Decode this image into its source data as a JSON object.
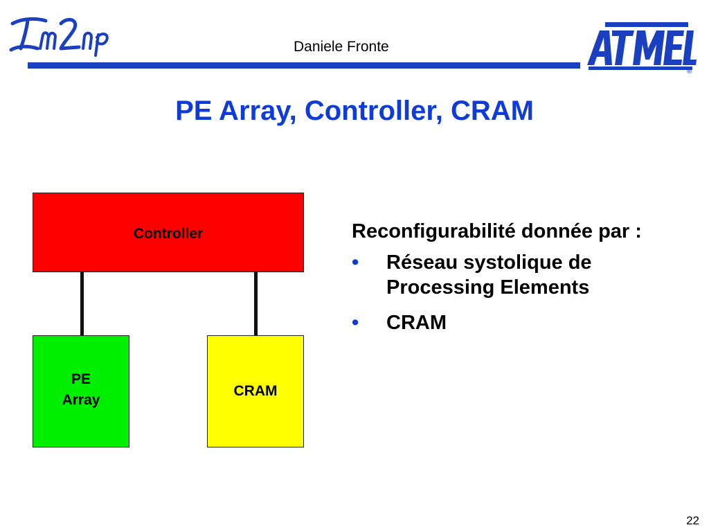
{
  "header": {
    "author": "Daniele Fronte",
    "logo_left": "Im2np",
    "logo_right": "ATMEL",
    "registered_mark": "®"
  },
  "slide": {
    "title": "PE Array, Controller, CRAM"
  },
  "diagram": {
    "controller": {
      "label": "Controller",
      "color": "#ff0000"
    },
    "pe_array": {
      "line1": "PE",
      "line2": "Array",
      "color": "#00ee00"
    },
    "cram": {
      "label": "CRAM",
      "color": "#ffff00"
    }
  },
  "content": {
    "intro": "Reconfigurabilité donnée par :",
    "bullets": [
      {
        "mark": "•",
        "text": "Réseau systolique de Processing Elements"
      },
      {
        "mark": "•",
        "text": "CRAM"
      }
    ]
  },
  "footer": {
    "page_number": "22"
  },
  "colors": {
    "accent_blue": "#0f3bd6",
    "header_line": "#1a3fbf"
  }
}
